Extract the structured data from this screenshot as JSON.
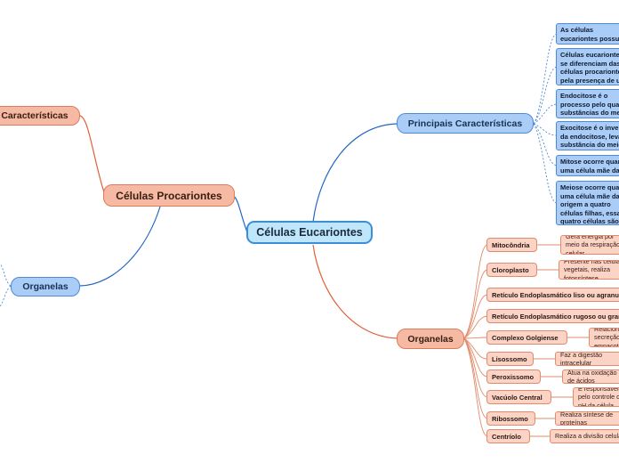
{
  "center": {
    "label": "Células Eucariontes"
  },
  "procariontes": {
    "label": "Células Procariontes",
    "caracteristicas_label": "Características",
    "organelas_label": "Organelas"
  },
  "eucariontes": {
    "caracteristicas": {
      "label": "Principais Características",
      "items": [
        "As células eucariontes possuem núcleo delimitado por envoltório nuclear",
        "Células eucariontes se diferenciam das células procariontes pela presença de um núcleo delimitado, onde fica o material genético",
        "Endocitose é o processo pelo qual substâncias do meio externo entram pelo meio intercelular",
        "Exocitose é o inverso da endocitose, leva a substância do meio interno para o meio extracelular",
        "Mitose ocorre quando uma célula mãe da origem a duas células filhas",
        "Meiose ocorre quando uma célula mãe da origem a quatro células filhas, essas quatro células são haploides, significa que elas possuem metade do numero de cromossomos"
      ]
    },
    "organelas": {
      "label": "Organelas",
      "items": [
        {
          "name": "Mitocôndria",
          "desc": "Gera energia por meio da respiração celular"
        },
        {
          "name": "Cloroplasto",
          "desc": "Presente nas células vegetais, realiza fotossíntese"
        },
        {
          "name": "Retículo Endoplasmático liso ou agranular",
          "desc": ""
        },
        {
          "name": "Retículo Endoplasmático rugoso ou granular",
          "desc": ""
        },
        {
          "name": "Complexo Golgiense",
          "desc": "Relacionado à secreção e empacotamento"
        },
        {
          "name": "Lisossomo",
          "desc": "Faz a digestão intracelular"
        },
        {
          "name": "Peroxissomo",
          "desc": "Atua na oxidação de ácidos"
        },
        {
          "name": "Vacúolo Central",
          "desc": "É responsável pelo controle do pH da célula"
        },
        {
          "name": "Ribossomo",
          "desc": "Realiza síntese de proteínas"
        },
        {
          "name": "Centríolo",
          "desc": "Realiza a divisão celular"
        }
      ]
    }
  }
}
